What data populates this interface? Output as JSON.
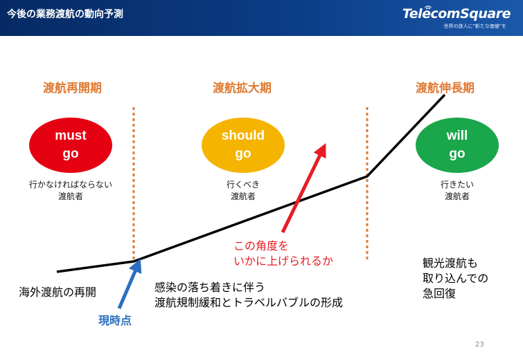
{
  "header": {
    "title": "今後の業務渡航の動向予測",
    "logo": "TelecomSquare",
    "logo_tagline": "世界の旅人に\"新たな価値\"を"
  },
  "phases": [
    {
      "label": "渡航再開期",
      "ellipse": [
        "must",
        "go"
      ],
      "ellipse_color": "#e50012",
      "desc": [
        "行かなければならない",
        "渡航者"
      ]
    },
    {
      "label": "渡航拡大期",
      "ellipse": [
        "should",
        "go"
      ],
      "ellipse_color": "#f5b400",
      "desc": [
        "行くべき",
        "渡航者"
      ]
    },
    {
      "label": "渡航伸長期",
      "ellipse": [
        "will",
        "go"
      ],
      "ellipse_color": "#1aa64a",
      "desc": [
        "行きたい",
        "渡航者"
      ]
    }
  ],
  "annotations": {
    "restart": "海外渡航の再開",
    "now": "現時点",
    "angle": [
      "この角度を",
      "いかに上げられるか"
    ],
    "easing": [
      "感染の落ち着きに伴う",
      "渡航規制緩和とトラベルバブルの形成"
    ],
    "tourism": [
      "観光渡航も",
      "取り込んでの",
      "急回復"
    ]
  },
  "colors": {
    "phase_label": "#e07a31",
    "divider": "#e07a31",
    "arrow_red": "#e61c24",
    "arrow_blue": "#2a6fbf"
  },
  "page_number": "23"
}
